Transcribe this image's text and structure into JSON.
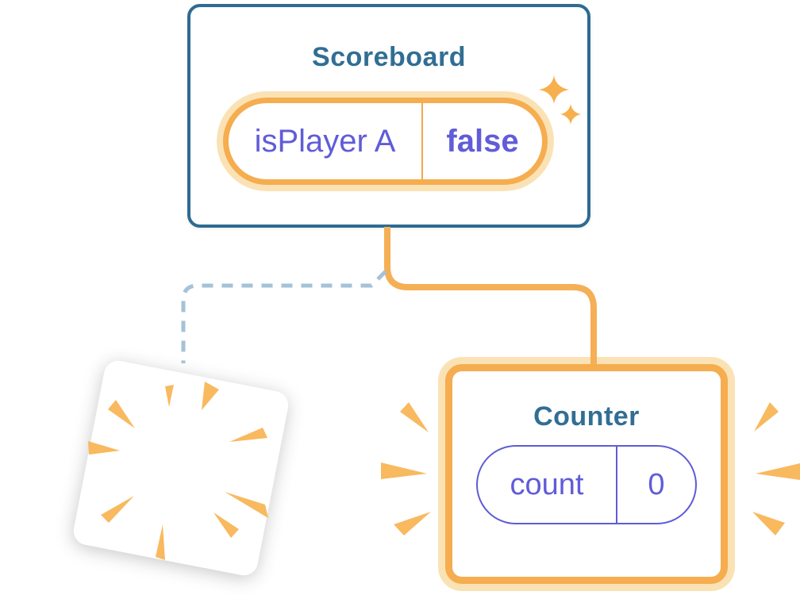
{
  "scoreboard": {
    "title": "Scoreboard",
    "state_key": "isPlayer A",
    "state_value": "false"
  },
  "counter": {
    "title": "Counter",
    "state_key": "count",
    "state_value": "0"
  },
  "icons": [
    "sparkle-icon",
    "burst-ray-icon"
  ],
  "colors": {
    "background": "#ffffff",
    "card_border_teal": "#2E6B92",
    "title_teal": "#316E94",
    "state_purple": "#615CD8",
    "pill_border_purple": "#5E5CD6",
    "orange_strong": "#F5AD4F",
    "orange_ring_light": "#FBE2B5",
    "orange_connector": "#F5AF55",
    "burst_orange": "#F8B95F",
    "dashed_line_blue": "#A4C2D8"
  }
}
